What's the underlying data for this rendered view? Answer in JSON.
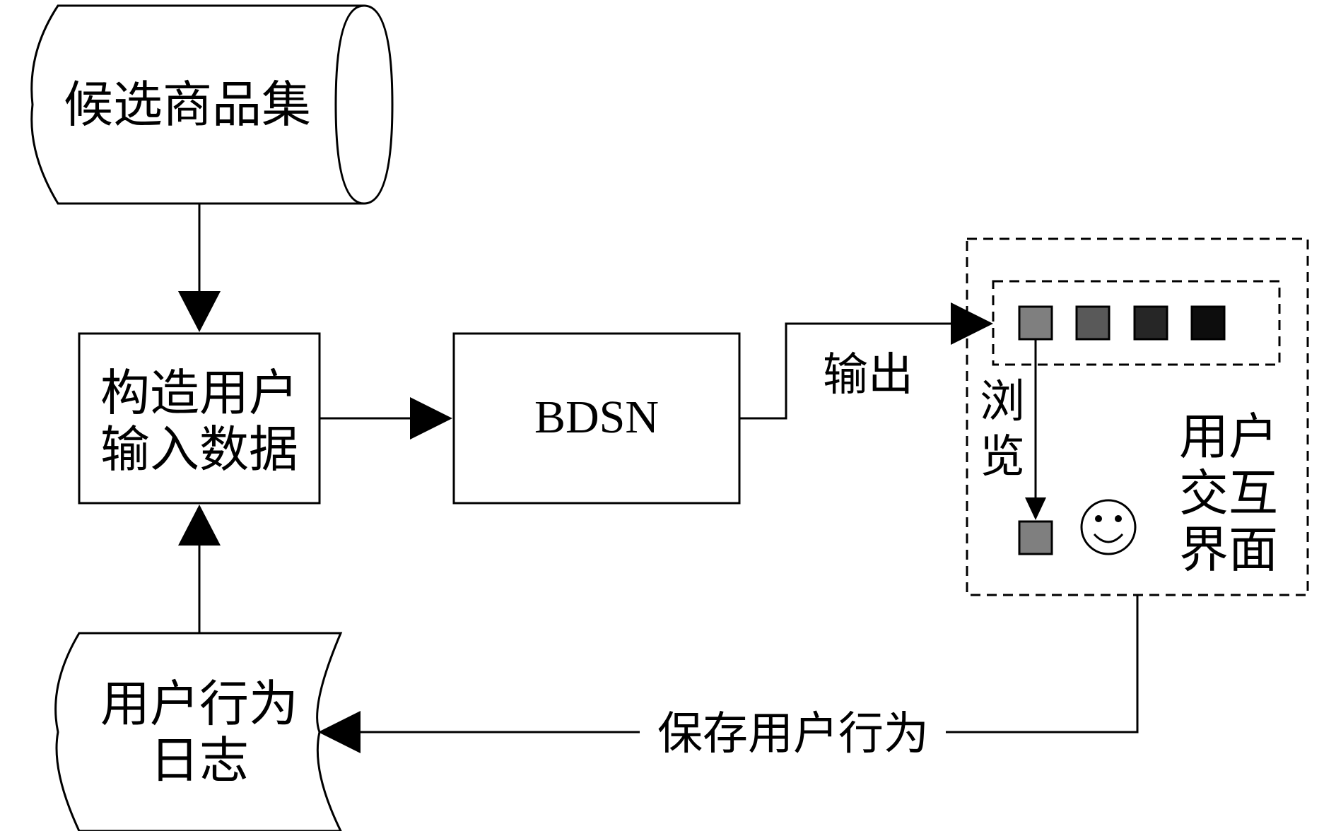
{
  "nodes": {
    "candidate_set": {
      "label": "候选商品集"
    },
    "build_input": {
      "line1": "构造用户",
      "line2": "输入数据"
    },
    "model": {
      "label": "BDSN"
    },
    "behavior_log": {
      "line1": "用户行为",
      "line2": "日志"
    },
    "ui_panel": {
      "line1": "用户",
      "line2": "交互",
      "line3": "界面"
    }
  },
  "edges": {
    "output": {
      "label": "输出"
    },
    "browse": {
      "line1": "浏",
      "line2": "览"
    },
    "save_behavior": {
      "label": "保存用户行为"
    }
  },
  "item_colors": [
    "#7f7f7f",
    "#595959",
    "#262626",
    "#0d0d0d"
  ],
  "selected_item_color": "#7f7f7f",
  "icons": {
    "user": "smiley-face-icon"
  }
}
